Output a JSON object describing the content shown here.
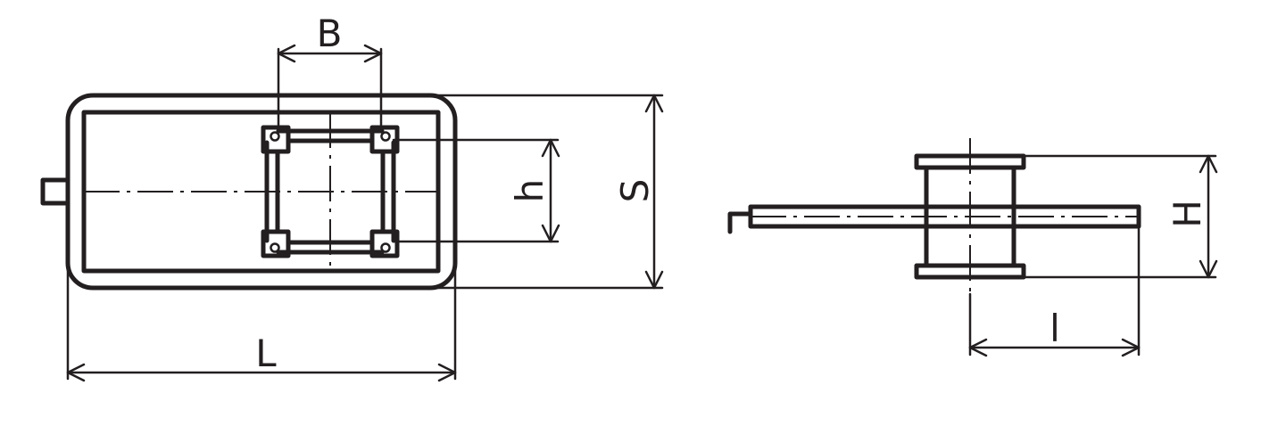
{
  "diagram": {
    "labels": {
      "B": "B",
      "h": "h",
      "S": "S",
      "L": "L",
      "H": "H",
      "l": "l"
    },
    "colors": {
      "line": "#231f20",
      "background": "#ffffff"
    }
  }
}
